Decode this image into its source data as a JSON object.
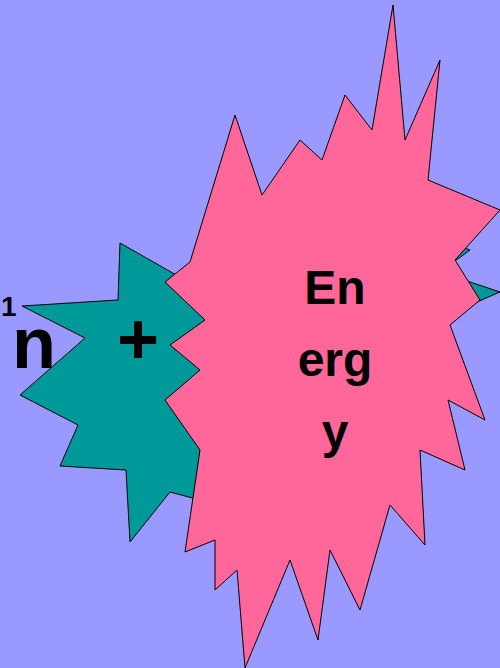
{
  "diagram": {
    "nodes": [
      {
        "text": [
          "En erg y"
        ]
      }
    ],
    "labels": [
      "1",
      "n",
      "+"
    ]
  }
}
